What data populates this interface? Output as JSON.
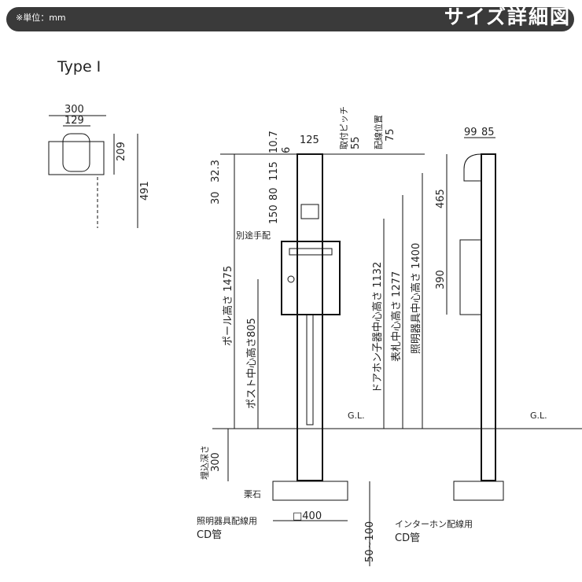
{
  "header": {
    "unit": "※単位：mm",
    "title": "サイズ詳細図"
  },
  "type_label": "Type I",
  "top_view": {
    "w300": "300",
    "w129": "129",
    "h209": "209",
    "h491": "491"
  },
  "front": {
    "d10_7": "10.7",
    "d6": "6",
    "d125": "125",
    "pitch_label": "取付ピッチ",
    "pitch": "55",
    "wire_label": "配線位置",
    "wire": "75",
    "d32_3": "32.3",
    "d30": "30",
    "d115": "115",
    "d80": "80",
    "d150": "150",
    "sep": "別途手配",
    "pole_h": "ポール高さ 1475",
    "post_h": "ポスト中心高さ805",
    "intercom_h": "ドアホン子器中心高さ 1132",
    "nameplate_h": "表札中心高さ 1277",
    "light_h": "照明器具中心高さ 1400",
    "gl": "G.L.",
    "bury": "埋込深さ",
    "bury_v": "300",
    "gravel": "栗石",
    "base": "□400",
    "depth": "50~100",
    "cd_light_1": "照明器具配線用",
    "cd_light_2": "CD管",
    "cd_inter_1": "インターホン配線用",
    "cd_inter_2": "CD管"
  },
  "side": {
    "d99": "99",
    "d85": "85",
    "d465": "465",
    "d390": "390",
    "gl": "G.L."
  }
}
